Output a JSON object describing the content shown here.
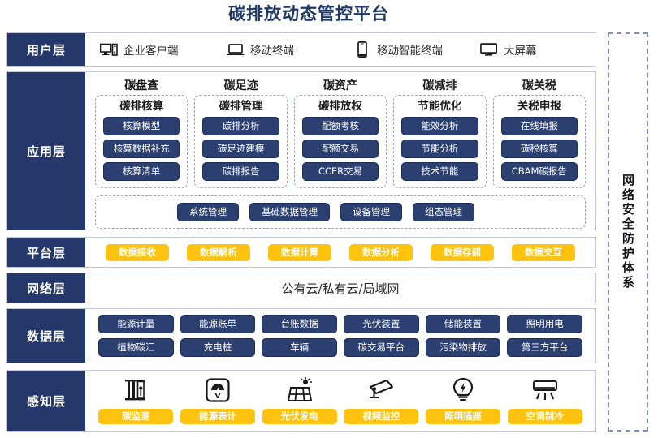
{
  "page": {
    "title": "碳排放动态管控平台",
    "accent_navy": "#24386b",
    "accent_pill_navy": "#2b3f70",
    "accent_yellow": "#ffc20e",
    "border_color": "#bfc8dd"
  },
  "security_band": {
    "label": "网络安全防护体系"
  },
  "layers": {
    "user": {
      "label": "用户层",
      "items": [
        {
          "icon": "desktop-tower-icon",
          "label": "企业客户端"
        },
        {
          "icon": "laptop-icon",
          "label": "移动终端"
        },
        {
          "icon": "smartphone-icon",
          "label": "移动智能终端"
        },
        {
          "icon": "monitor-icon",
          "label": "大屏幕"
        }
      ]
    },
    "application": {
      "label": "应用层",
      "columns": [
        {
          "title": "碳盘查",
          "subtitle": "碳排核算",
          "items": [
            "核算模型",
            "核算数据补充",
            "核算清单"
          ]
        },
        {
          "title": "碳足迹",
          "subtitle": "碳排管理",
          "items": [
            "碳排分析",
            "碳足迹建模",
            "碳排报告"
          ]
        },
        {
          "title": "碳资产",
          "subtitle": "碳排放权",
          "items": [
            "配额考核",
            "配额交易",
            "CCER交易"
          ]
        },
        {
          "title": "碳减排",
          "subtitle": "节能优化",
          "items": [
            "能效分析",
            "节能分析",
            "技术节能"
          ]
        },
        {
          "title": "碳关税",
          "subtitle": "关税申报",
          "items": [
            "在线填报",
            "碳税核算",
            "CBAM碳报告"
          ]
        }
      ],
      "bottom_items": [
        "系统管理",
        "基础数据管理",
        "设备管理",
        "组态管理"
      ]
    },
    "platform": {
      "label": "平台层",
      "items": [
        "数据接收",
        "数据解析",
        "数据计算",
        "数据分析",
        "数据存储",
        "数据交互"
      ]
    },
    "network": {
      "label": "网络层",
      "text": "公有云/私有云/局域网"
    },
    "data": {
      "label": "数据层",
      "row1": [
        "能源计量",
        "能源账单",
        "台账数据",
        "光伏装置",
        "储能装置",
        "照明用电"
      ],
      "row2": [
        "植物碳汇",
        "充电桩",
        "车辆",
        "碳交易平台",
        "污染物排放",
        "第三方平台"
      ]
    },
    "sense": {
      "label": "感知层",
      "items": [
        {
          "icon": "carbon-sensor-icon",
          "label": "碳监测"
        },
        {
          "icon": "energy-meter-icon",
          "label": "能源表计"
        },
        {
          "icon": "solar-panel-icon",
          "label": "光伏发电"
        },
        {
          "icon": "cctv-camera-icon",
          "label": "视频监控"
        },
        {
          "icon": "lightbulb-icon",
          "label": "照明插座"
        },
        {
          "icon": "air-conditioner-icon",
          "label": "空调制冷"
        }
      ]
    }
  }
}
